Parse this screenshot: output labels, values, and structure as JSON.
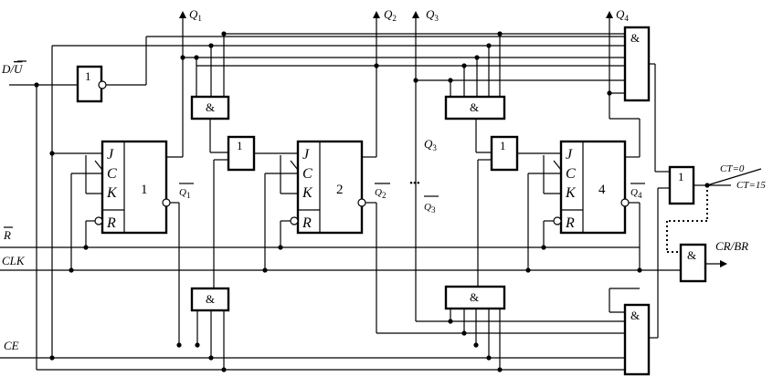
{
  "diagram": {
    "inputs": {
      "du": {
        "base": "D/",
        "bar": "U"
      },
      "r": {
        "bar": "R"
      },
      "clk": "CLK",
      "ce": "CE"
    },
    "outputs": {
      "q1": {
        "base": "Q",
        "sub": "1"
      },
      "q2": {
        "base": "Q",
        "sub": "2"
      },
      "q3": {
        "base": "Q",
        "sub": "3"
      },
      "q4": {
        "base": "Q",
        "sub": "4"
      },
      "q3_mid": {
        "base": "Q",
        "sub": "3"
      },
      "nq1": {
        "base": "Q",
        "sub": "1"
      },
      "nq2": {
        "base": "Q",
        "sub": "2"
      },
      "nq3": {
        "base": "Q",
        "sub": "3"
      },
      "nq4": {
        "base": "Q",
        "sub": "4"
      },
      "ct0": "CT=0",
      "ct15": "CT=15",
      "crbr": "CR/BR"
    },
    "ellipsis": "•••",
    "gate_symbols": {
      "and": "&",
      "or": "1",
      "not": "1"
    },
    "flipflop_pins": {
      "j": "J",
      "c": "C",
      "k": "K",
      "r": "R"
    },
    "flipflop_numbers": [
      "1",
      "2",
      "4"
    ]
  }
}
